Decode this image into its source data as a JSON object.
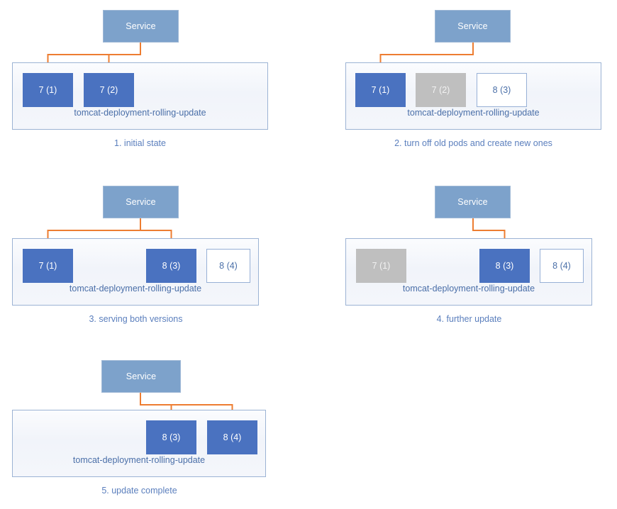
{
  "colors": {
    "pod_active": "#4a72c0",
    "pod_terminating": "#bfbfbf",
    "pod_pending": "#ffffff",
    "service_fill": "#7da2cb",
    "connector": "#ed7d31",
    "caption_text": "#5b7fbd",
    "deployment_border": "#9cb3d4"
  },
  "deployment_name": "tomcat-deployment-rolling-update",
  "service_label": "Service",
  "panels": [
    {
      "id": "panel-1",
      "caption": "1. initial state",
      "service": "Service",
      "deployment": "tomcat-deployment-rolling-update",
      "pods": [
        {
          "label": "7 (1)",
          "state": "active"
        },
        {
          "label": "7 (2)",
          "state": "active"
        }
      ],
      "routed_to": [
        "7 (1)",
        "7 (2)"
      ]
    },
    {
      "id": "panel-2",
      "caption": "2. turn off old pods and create new ones",
      "service": "Service",
      "deployment": "tomcat-deployment-rolling-update",
      "pods": [
        {
          "label": "7 (1)",
          "state": "active"
        },
        {
          "label": "7 (2)",
          "state": "terminating"
        },
        {
          "label": "8 (3)",
          "state": "pending"
        }
      ],
      "routed_to": [
        "7 (1)"
      ]
    },
    {
      "id": "panel-3",
      "caption": "3. serving both versions",
      "service": "Service",
      "deployment": "tomcat-deployment-rolling-update",
      "pods": [
        {
          "label": "7 (1)",
          "state": "active"
        },
        {
          "label": "8 (3)",
          "state": "active"
        },
        {
          "label": "8 (4)",
          "state": "pending"
        }
      ],
      "routed_to": [
        "7 (1)",
        "8 (3)"
      ]
    },
    {
      "id": "panel-4",
      "caption": "4. further update",
      "service": "Service",
      "deployment": "tomcat-deployment-rolling-update",
      "pods": [
        {
          "label": "7 (1)",
          "state": "terminating"
        },
        {
          "label": "8 (3)",
          "state": "active"
        },
        {
          "label": "8 (4)",
          "state": "pending"
        }
      ],
      "routed_to": [
        "8 (3)"
      ]
    },
    {
      "id": "panel-5",
      "caption": "5. update complete",
      "service": "Service",
      "deployment": "tomcat-deployment-rolling-update",
      "pods": [
        {
          "label": "8 (3)",
          "state": "active"
        },
        {
          "label": "8 (4)",
          "state": "active"
        }
      ],
      "routed_to": [
        "8 (3)",
        "8 (4)"
      ]
    }
  ]
}
